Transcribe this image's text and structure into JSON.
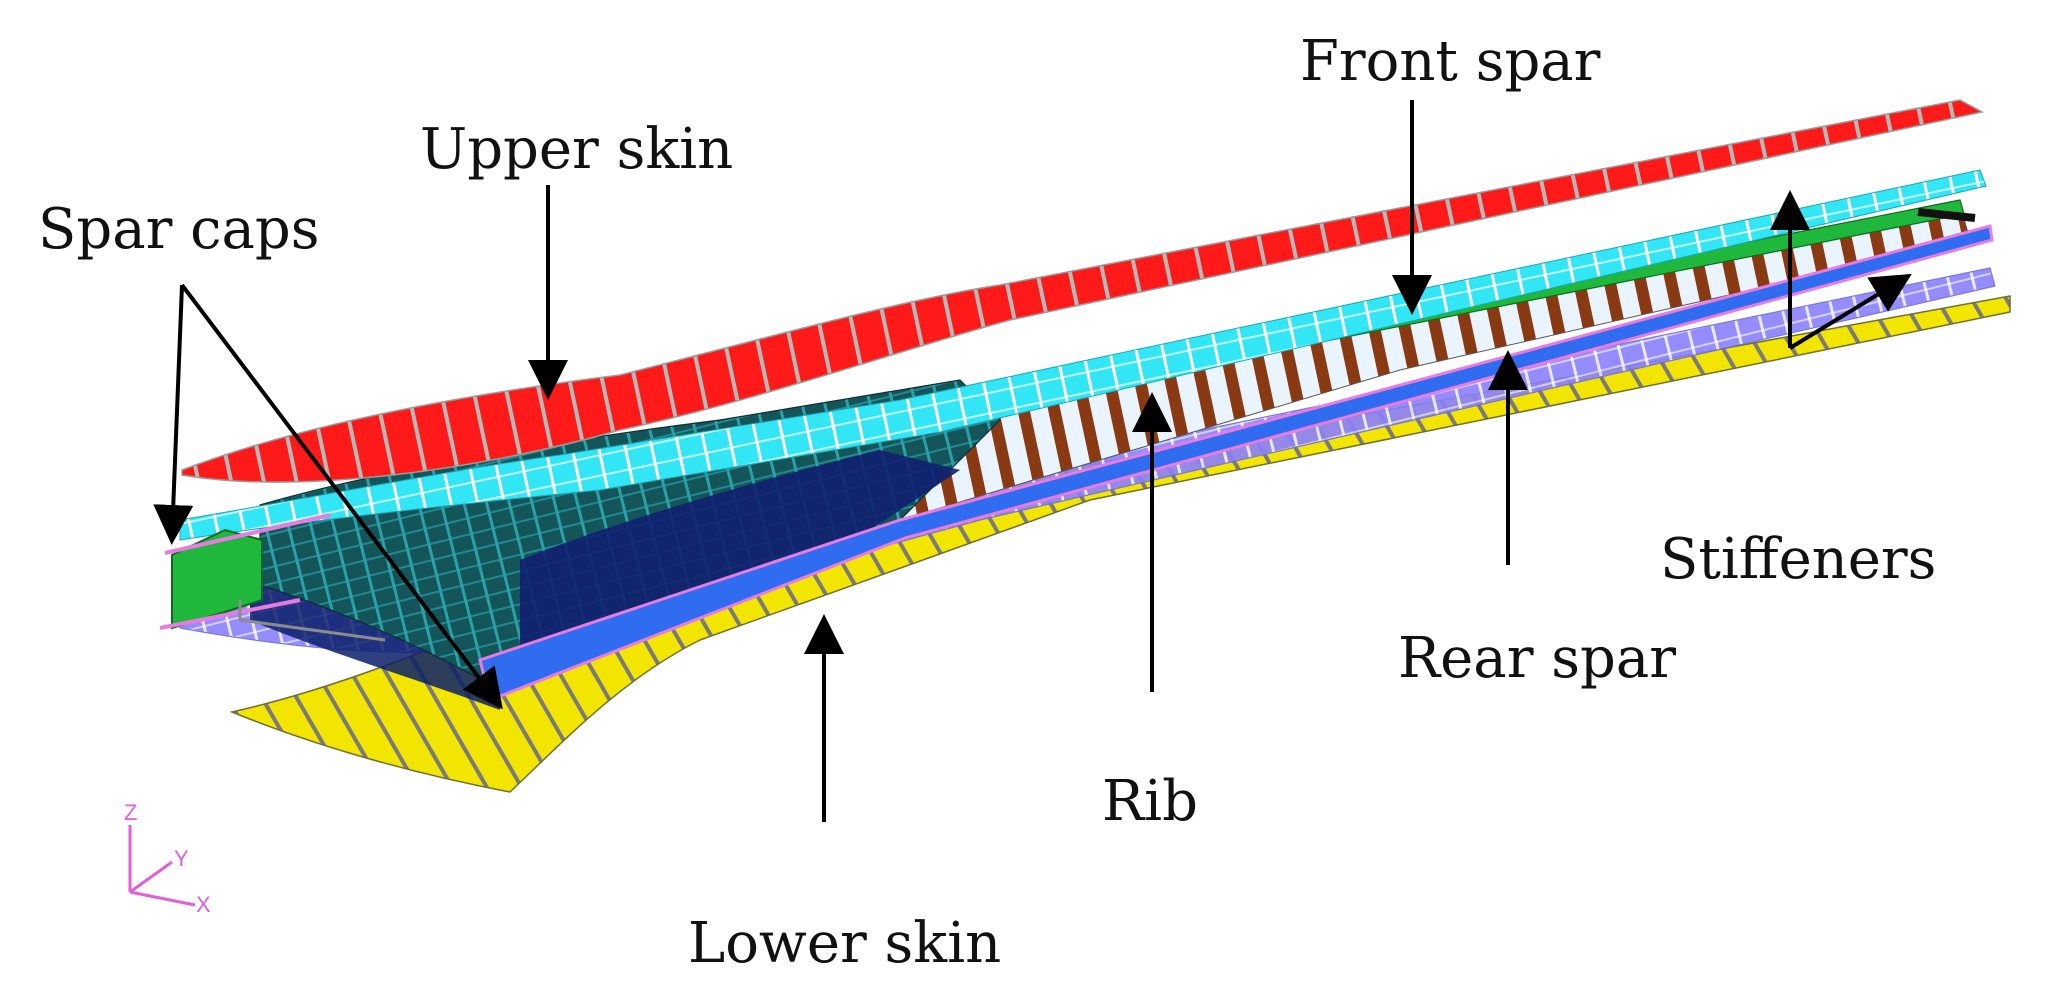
{
  "labels": {
    "upper_skin": "Upper skin",
    "front_spar": "Front spar",
    "spar_caps": "Spar caps",
    "stiffeners": "Stiffeners",
    "rear_spar": "Rear spar",
    "rib": "Rib",
    "lower_skin": "Lower skin"
  },
  "triad": {
    "z": "Z",
    "y": "Y",
    "x": "X"
  },
  "colors": {
    "upper_skin": "#ff1a1a",
    "upper_stiffeners": "#33e6f5",
    "front_spar": "#1fb83c",
    "rib": "#8a3a12",
    "rear_spar_caps": "#e87be0",
    "lower_stiffeners": "#8a80ff",
    "lower_skin": "#f2e600",
    "inner_structure": "#14555a",
    "axis_triad": "#e060d8"
  }
}
